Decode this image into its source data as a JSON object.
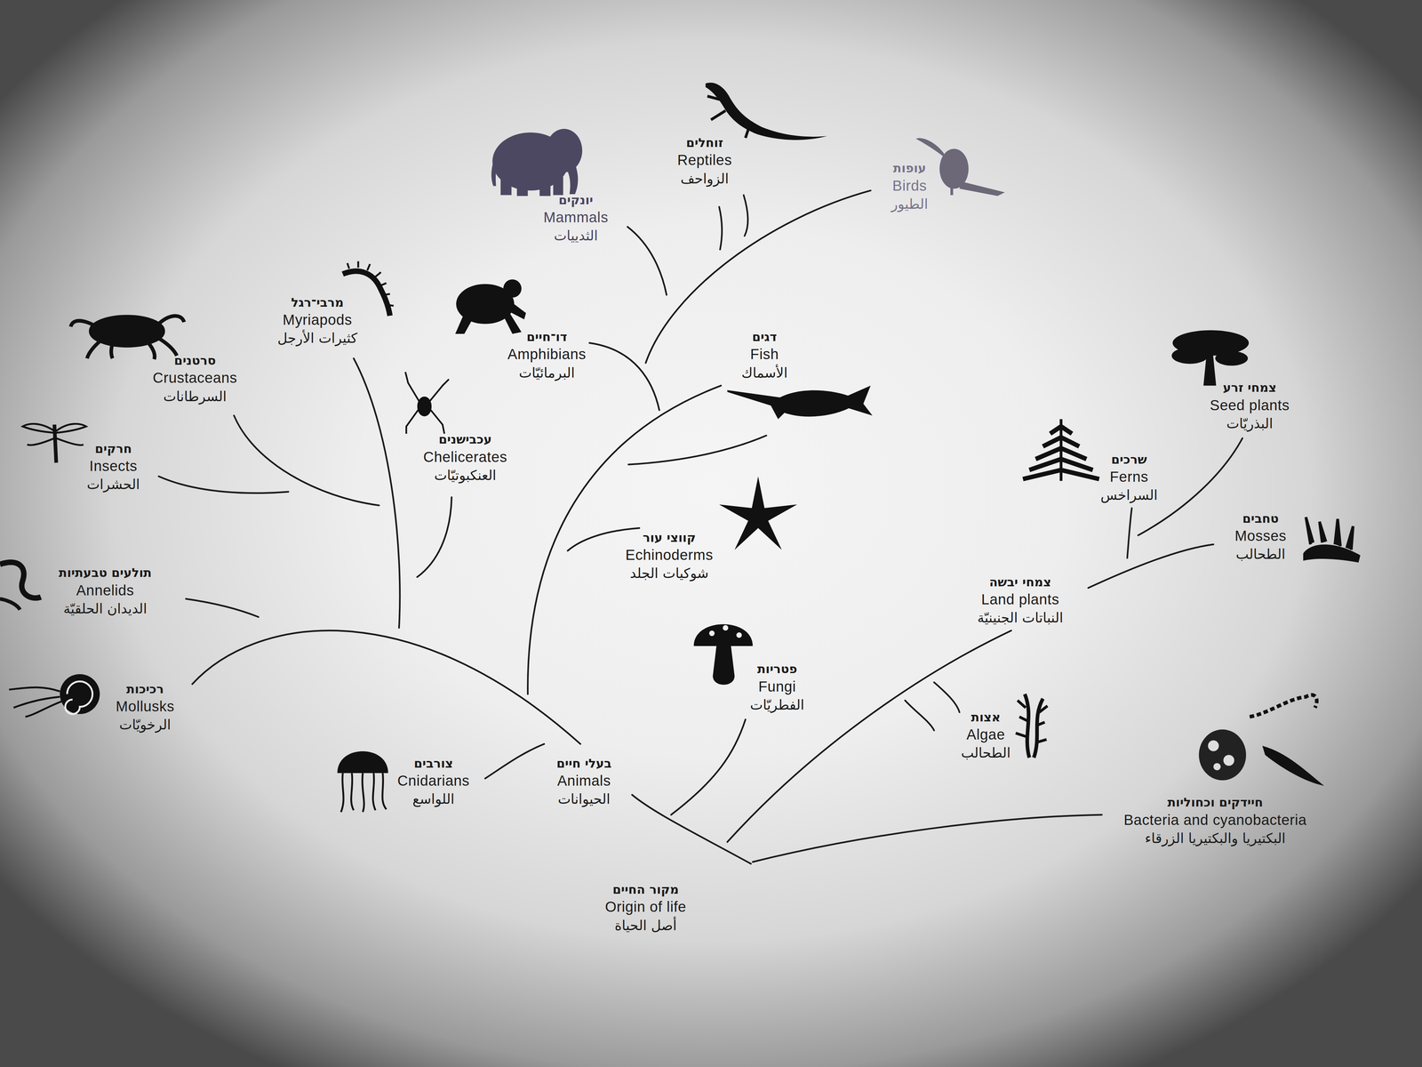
{
  "diagram": {
    "labels": [
      "זוחלים",
      "Reptiles",
      "الزواحف",
      "עופות",
      "Birds",
      "الطيور",
      "יונקים",
      "Mammals",
      "الثدييات",
      "מרבי־רגל",
      "Myriapods",
      "كثيرات الأرجل",
      "דו־חיים",
      "Amphibians",
      "البرمائيّات",
      "דגים",
      "Fish",
      "الأسماك",
      "סרטנים",
      "Crustaceans",
      "السرطانات",
      "צמחי זרע",
      "Seed plants",
      "البذريّات",
      "עכבישנים",
      "Chelicerates",
      "العنكبوتيّات",
      "חרקים",
      "Insects",
      "الحشرات",
      "שרכים",
      "Ferns",
      "السراخس",
      "טחבים",
      "Mosses",
      "الطحالب",
      "קווצי עור",
      "Echinoderms",
      "شوكيات الجلد",
      "תולעים טבעתיות",
      "Annelids",
      "الديدان الحلقيّة",
      "צמחי יבשה",
      "Land plants",
      "النباتات الجنينيّة",
      "פטריות",
      "Fungi",
      "الفطريّات",
      "רכיכות",
      "Mollusks",
      "الرخويّات",
      "אצות",
      "Algae",
      "الطحالب",
      "צורבים",
      "Cnidarians",
      "اللواسع",
      "בעלי חיים",
      "Animals",
      "الحيوانات",
      "חיידקים וכחוליות",
      "Bacteria and cyanobacteria",
      "البكتيريا والبكتيريا الزرقاء",
      "מקור החיים",
      "Origin of life",
      "أصل الحياة"
    ]
  }
}
